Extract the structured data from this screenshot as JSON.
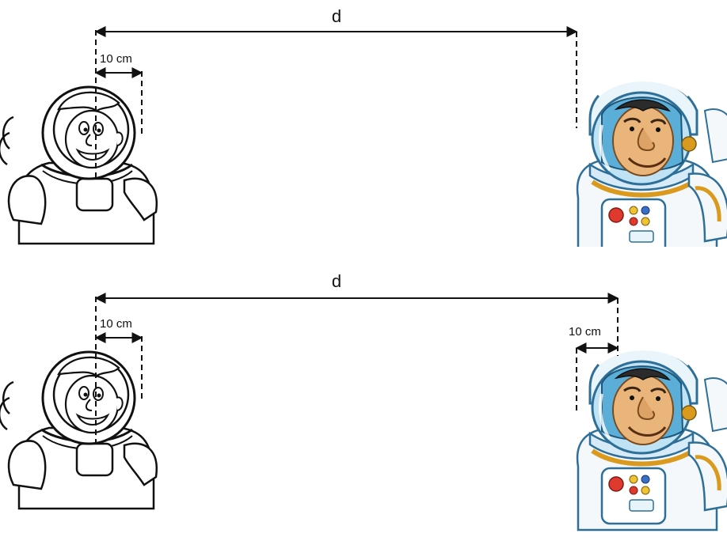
{
  "panel_top": {
    "distance_label": "d",
    "left_width_label": "10 cm"
  },
  "panel_bottom": {
    "distance_label": "d",
    "left_width_label": "10 cm",
    "right_width_label": "10 cm"
  },
  "colors": {
    "line": "#111111",
    "suit_white": "#f4f8fb",
    "suit_blue": "#5aaed8",
    "helmet_rim": "#2e6f98",
    "skin": "#e9b57a",
    "gold": "#d99a1e",
    "button_red": "#e03a2f",
    "button_yellow": "#f0c330",
    "button_blue": "#3a6fc9"
  },
  "icons": [
    "outline-astronaut-icon",
    "colored-astronaut-icon"
  ]
}
